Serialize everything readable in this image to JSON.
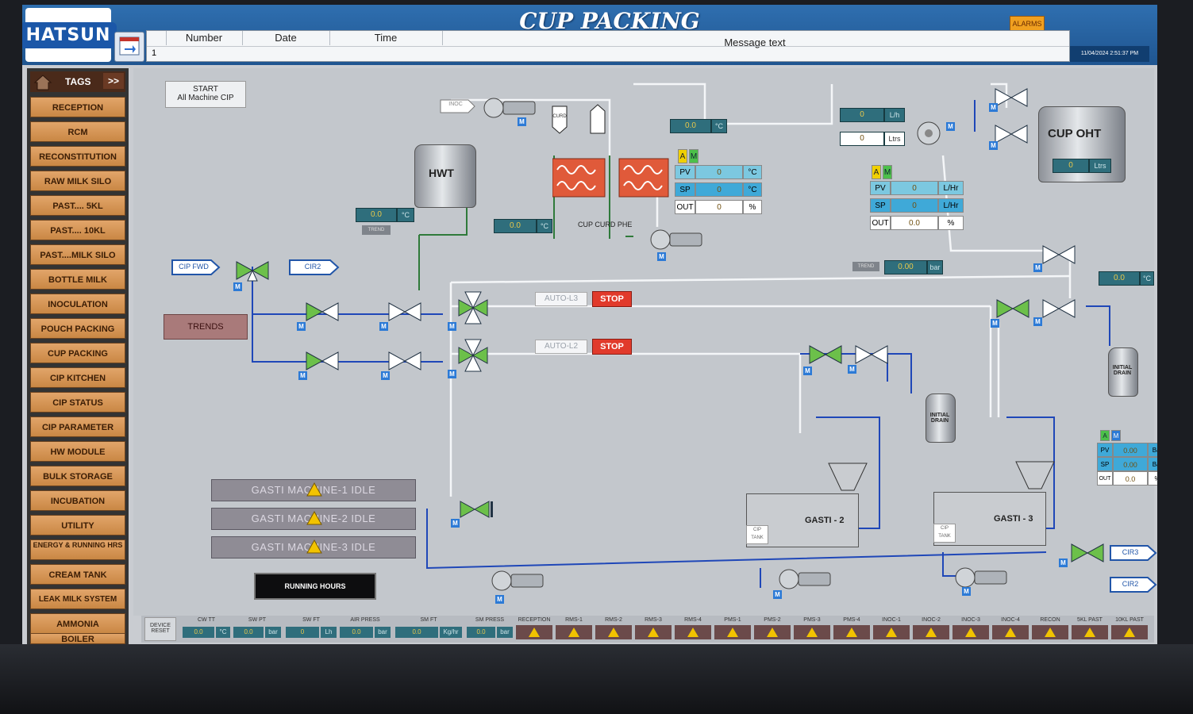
{
  "header": {
    "logo": "HATSUN",
    "title": "CUP PACKING",
    "alarms_label": "ALARMS",
    "clock": "11/04/2024 2:51:37 PM",
    "columns": {
      "number": "Number",
      "date": "Date",
      "time": "Time",
      "message": "Message text"
    },
    "row_number": "1"
  },
  "sidebar": {
    "tags_label": "TAGS",
    "more_label": ">>",
    "items": [
      "RECEPTION",
      "RCM",
      "RECONSTITUTION",
      "RAW MILK SILO",
      "PAST.... 5KL",
      "PAST.... 10KL",
      "PAST....MILK SILO",
      "BOTTLE MILK",
      "INOCULATION",
      "POUCH PACKING",
      "CUP PACKING",
      "CIP KITCHEN",
      "CIP STATUS",
      "CIP PARAMETER",
      "HW MODULE",
      "BULK STORAGE",
      "INCUBATION",
      "UTILITY",
      "ENERGY & RUNNING HRS",
      "CREAM TANK",
      "LEAK MILK SYSTEM",
      "AMMONIA",
      "BOILER"
    ]
  },
  "main": {
    "start_cip": {
      "line1": "START",
      "line2": "All Machine CIP"
    },
    "trends_label": "TRENDS",
    "hwt_label": "HWT",
    "hwt_temp": "0.0",
    "hwt_unit": "°C",
    "trend_small": "TREND",
    "phe_label": "CUP CURD PHE",
    "phe_temp": "0.0",
    "phe_unit": "°C",
    "top_temp": "0.0",
    "top_unit": "°C",
    "inoc_label": "INOC",
    "curd_label": "CURD",
    "phe_pid": {
      "pv": "0",
      "sp": "0",
      "out": "0",
      "pv_unit": "°C",
      "sp_unit": "°C",
      "out_unit": "%"
    },
    "flow_lh": "0",
    "flow_lh_unit": "L/h",
    "flow_ltrs": "0",
    "flow_ltrs_unit": "Ltrs",
    "oht_pid": {
      "pv": "0",
      "sp": "0",
      "out": "0.0",
      "pv_unit": "L/Hr",
      "sp_unit": "L/Hr",
      "out_unit": "%"
    },
    "oht_label": "CUP OHT",
    "oht_level": "0",
    "oht_level_unit": "Ltrs",
    "pressure": "0.00",
    "pressure_unit": "bar",
    "oht_temp": "0.0",
    "oht_temp_unit": "°C",
    "cip_fwd": "CIP FWD",
    "cir2_top": "CIR2",
    "cir3": "CIR3",
    "cir2_bottom": "CIR2",
    "auto_l3": "AUTO-L3",
    "auto_l2": "AUTO-L2",
    "stop": "STOP",
    "initial_drain_1": "INITIAL DRAIN",
    "initial_drain_2": "INITIAL DRAIN",
    "right_pid": {
      "pv": "0.00",
      "sp": "0.00",
      "out": "0.0",
      "pv_unit": "Bar",
      "sp_unit": "Bar",
      "out_unit": "%"
    },
    "gasti_status": [
      "GASTI MACHINE-1 IDLE",
      "GASTI MACHINE-2 IDLE",
      "GASTI MACHINE-3 IDLE"
    ],
    "running_hours": "RUNNING HOURS",
    "gasti2": "GASTI - 2",
    "gasti3": "GASTI - 3",
    "cip_tank": "CIP TANK",
    "pid_labels": {
      "pv": "PV",
      "sp": "SP",
      "out": "OUT",
      "a": "A",
      "m": "M"
    },
    "m_badge": "M"
  },
  "bottom": {
    "device_reset": "DEVICE RESET",
    "values": [
      {
        "label": "CW TT",
        "value": "0.0",
        "unit": "°C"
      },
      {
        "label": "SW PT",
        "value": "0.0",
        "unit": "bar"
      },
      {
        "label": "SW FT",
        "value": "0",
        "unit": "Lh"
      },
      {
        "label": "AIR PRESS",
        "value": "0.0",
        "unit": "bar"
      },
      {
        "label": "SM FT",
        "value": "0.0",
        "unit": "Kg/hr"
      },
      {
        "label": "SM PRESS",
        "value": "0.0",
        "unit": "bar"
      }
    ],
    "alarms": [
      "RECEPTION",
      "RMS-1",
      "RMS-2",
      "RMS-3",
      "RMS-4",
      "PMS-1",
      "PMS-2",
      "PMS-3",
      "PMS-4",
      "INOC-1",
      "INOC-2",
      "INOC-3",
      "INOC-4",
      "RECON",
      "5KL PAST",
      "10KL PAST"
    ]
  },
  "colors": {
    "pipe_blue": "#1f47b8",
    "pipe_white": "#f4f6f8",
    "pipe_green": "#2f7a3a",
    "nav_orange": "#d8965a",
    "stop_red": "#e13a2b",
    "valve_green": "#6cc04a"
  }
}
